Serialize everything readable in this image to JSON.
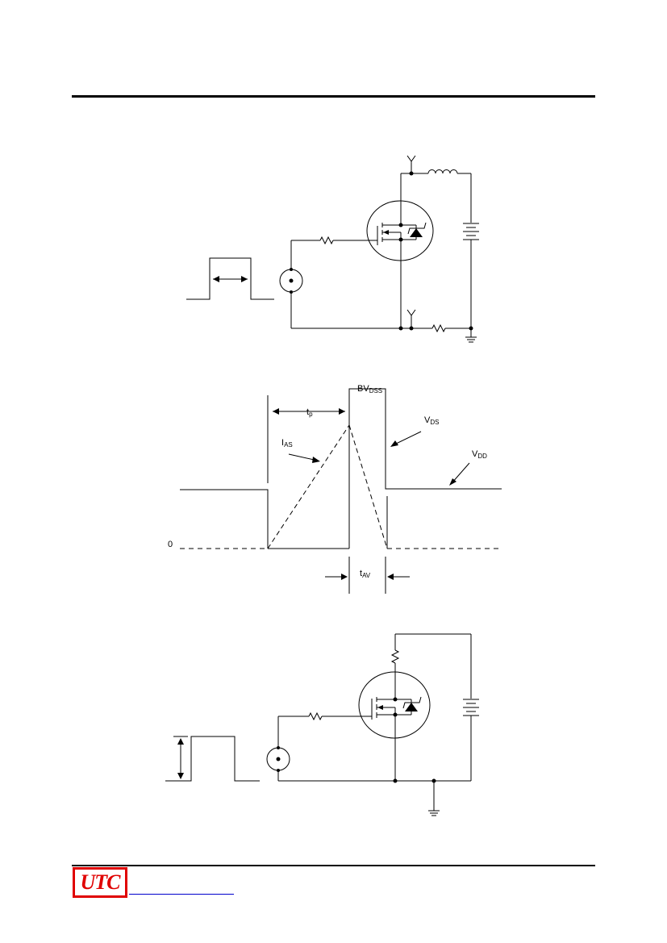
{
  "header": {},
  "footer": {
    "logo_text": "UTC",
    "link_text": ""
  },
  "waveform": {
    "labels": {
      "bvdss_main": "BV",
      "bvdss_sub": "DSS",
      "tp_main": "t",
      "tp_sub": "p",
      "vds_main": "V",
      "vds_sub": "DS",
      "vdd_main": "V",
      "vdd_sub": "DD",
      "ias_main": "I",
      "ias_sub": "AS",
      "zero": "0",
      "tav_main": "t",
      "tav_sub": "AV"
    }
  },
  "colors": {
    "logo_red": "#e00000",
    "link_blue": "#0000cc"
  }
}
